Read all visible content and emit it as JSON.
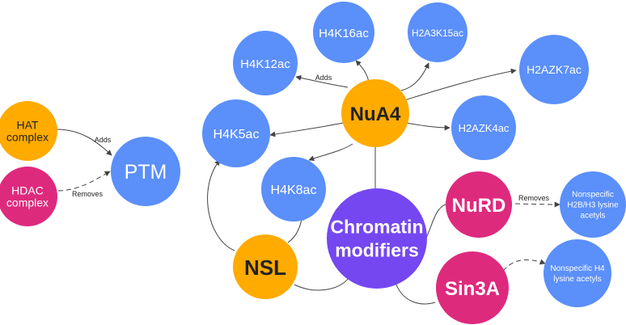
{
  "colors": {
    "blue": "#5b8ff9",
    "orange": "#ffab00",
    "pink": "#de2a7d",
    "purple": "#7547f0",
    "edge": "#444444",
    "text_dark": "#222222",
    "text_light": "#ffffff"
  },
  "legend": {
    "hat": "HAT complex",
    "hdac": "HDAC complex",
    "ptm": "PTM",
    "adds": "Adds",
    "removes": "Removes"
  },
  "nodes": {
    "h4k16ac": "H4K16ac",
    "h2a3k15ac": "H2A3K15ac",
    "h4k12ac": "H4K12ac",
    "h2azk7ac": "H2AZK7ac",
    "nua4": "NuA4",
    "h4k5ac": "H4K5ac",
    "h2azk4ac": "H2AZK4ac",
    "h4k8ac": "H4K8ac",
    "nurd": "NuRD",
    "nonspecific_h2b_h3": "Nonspecific H2B/H3 lysine acetyls",
    "chromatin_modifiers": "Chromatin modifiers",
    "nsl": "NSL",
    "sin3a": "Sin3A",
    "nonspecific_h4": "Nonspecific H4 lysine acetyls"
  },
  "edge_labels": {
    "nua4_adds": "Adds",
    "nurd_removes": "Removes"
  }
}
